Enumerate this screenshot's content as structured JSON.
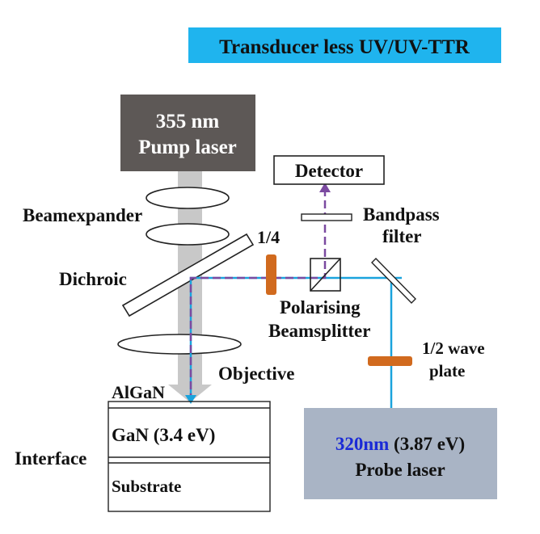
{
  "title": "Transducer less UV/UV-TTR",
  "pump_laser": {
    "line1": "355 nm",
    "line2": "Pump laser"
  },
  "detector": "Detector",
  "bandpass": {
    "line1": "Bandpass",
    "line2": "filter"
  },
  "beamexpander": "Beamexpander",
  "dichroic": "Dichroic",
  "quarter_wave": "1/4",
  "polarising": {
    "line1": "Polarising",
    "line2": "Beamsplitter"
  },
  "half_wave": {
    "line1": "1/2 wave",
    "line2": "plate"
  },
  "objective": "Objective",
  "sample": {
    "top_layer": "AlGaN",
    "gan_layer": "GaN (3.4 eV)",
    "interface": "Interface",
    "substrate": "Substrate"
  },
  "probe_laser": {
    "wavelength": "320nm",
    "energy": "(3.87 eV)",
    "name": "Probe laser"
  },
  "colors": {
    "title_bg": "#1fb4ee",
    "pump_box": "#5d5856",
    "probe_box": "#a9b4c5",
    "probe_beam": "#1aa3dd",
    "return_beam": "#7b4aa0",
    "waveplate": "#d16a1e",
    "probe_wavelength_text": "#1a2ad6"
  }
}
